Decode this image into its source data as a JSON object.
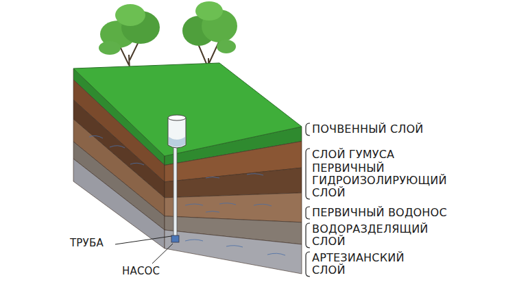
{
  "diagram": {
    "labels": [
      "ПОЧВЕННЫЙ СЛОЙ",
      "СЛОЙ ГУМУСА",
      "ПЕРВИЧНЫЙ ГИДРОИЗОЛИРУЮЩИЙ СЛОЙ",
      "ПЕРВИЧНЫЙ ВОДОНОС",
      "ВОДОРАЗДЕЛЯЩИЙ СЛОЙ",
      "АРТЕЗИАНСКИЙ СЛОЙ",
      "ТРУБА",
      "НАСОС"
    ]
  }
}
